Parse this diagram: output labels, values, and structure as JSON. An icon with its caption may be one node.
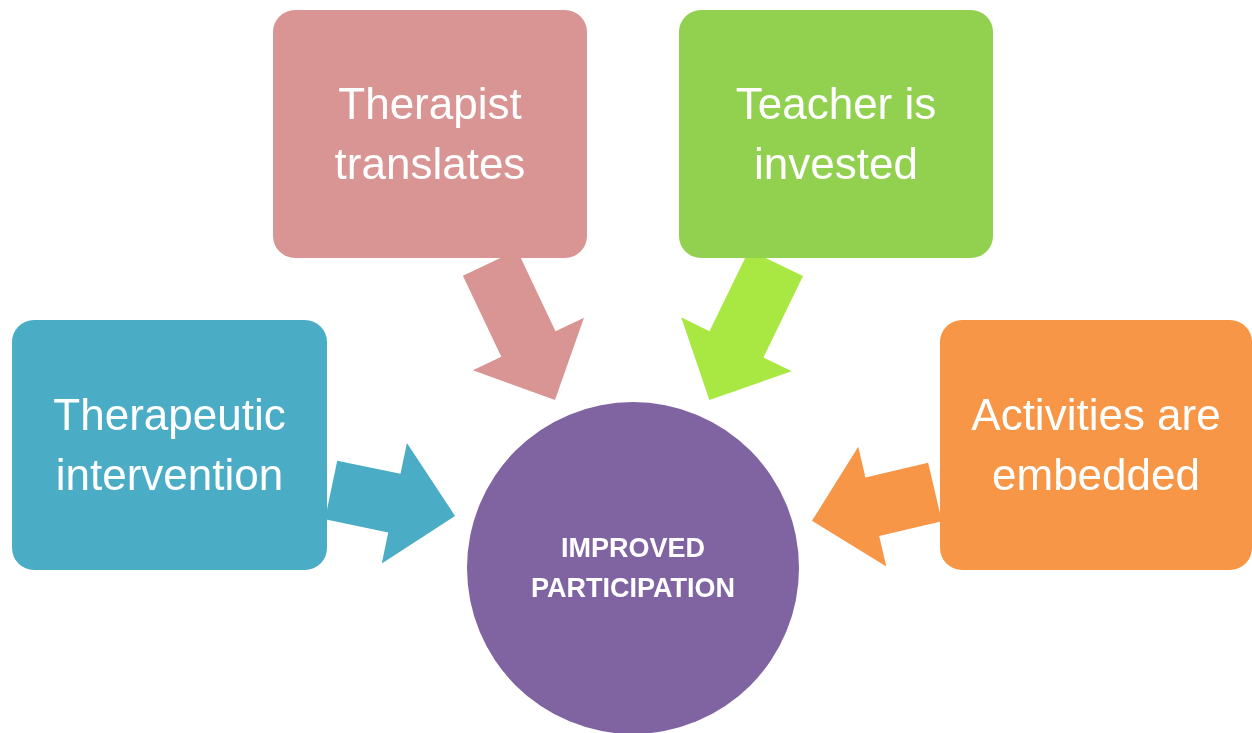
{
  "diagram": {
    "nodes": [
      {
        "text": [
          "Therapeutic intervention"
        ]
      },
      {
        "text": [
          "Therapist translates"
        ]
      },
      {
        "text": [
          "Teacher is invested"
        ]
      },
      {
        "text": [
          "Activities are embedded"
        ]
      },
      {
        "text": [
          "IMPROVED PARTICIPATION"
        ]
      }
    ],
    "edges": [
      {
        "from": 0,
        "to": 4,
        "arrow": "to",
        "style": "thick",
        "color": "#4bacc6"
      },
      {
        "from": 1,
        "to": 4,
        "arrow": "to",
        "style": "thick",
        "color": "#d99594"
      },
      {
        "from": 2,
        "to": 4,
        "arrow": "to",
        "style": "thick",
        "color": "#a9e843"
      },
      {
        "from": 3,
        "to": 4,
        "arrow": "to",
        "style": "thick",
        "color": "#f79646"
      }
    ]
  }
}
